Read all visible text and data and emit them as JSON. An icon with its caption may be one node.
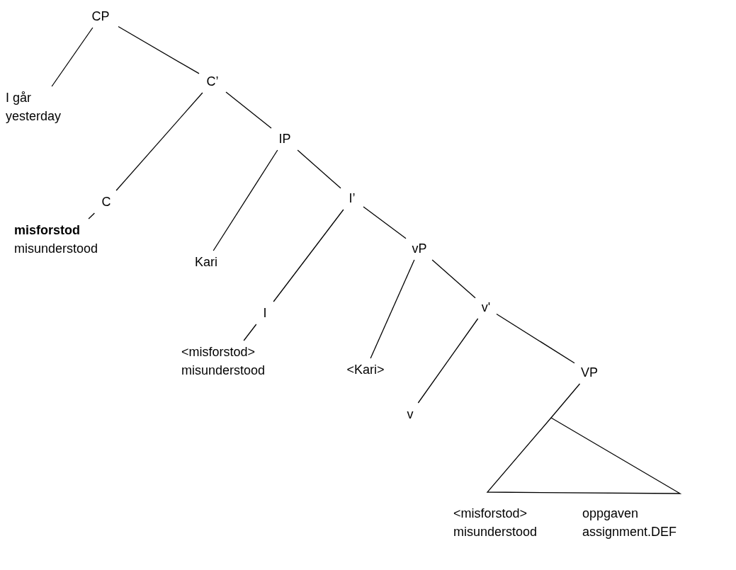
{
  "diagram": {
    "nodes": [
      {
        "text": [
          "CP"
        ]
      },
      {
        "text": [
          "I går",
          "yesterday"
        ]
      },
      {
        "text": [
          "C’"
        ]
      },
      {
        "text": [
          "C"
        ]
      },
      {
        "text": [
          "misforstod",
          "misunderstood"
        ]
      },
      {
        "text": [
          "IP"
        ]
      },
      {
        "text": [
          "Kari"
        ]
      },
      {
        "text": [
          "I’"
        ]
      },
      {
        "text": [
          "I"
        ]
      },
      {
        "text": [
          "<misforstod>",
          "misunderstood"
        ]
      },
      {
        "text": [
          "vP"
        ]
      },
      {
        "text": [
          "<Kari>"
        ]
      },
      {
        "text": [
          "v'"
        ]
      },
      {
        "text": [
          "v"
        ]
      },
      {
        "text": [
          "VP"
        ]
      },
      {
        "text": [
          "<misforstod> misunderstood",
          "oppgaven assignment.DEF"
        ]
      }
    ],
    "edges": [
      {
        "from": 0,
        "to": 1,
        "arrow": "none"
      },
      {
        "from": 0,
        "to": 2,
        "arrow": "none"
      },
      {
        "from": 2,
        "to": 3,
        "arrow": "none"
      },
      {
        "from": 2,
        "to": 5,
        "arrow": "none"
      },
      {
        "from": 3,
        "to": 4,
        "arrow": "none"
      },
      {
        "from": 5,
        "to": 6,
        "arrow": "none"
      },
      {
        "from": 5,
        "to": 7,
        "arrow": "none"
      },
      {
        "from": 7,
        "to": 8,
        "arrow": "none"
      },
      {
        "from": 7,
        "to": 10,
        "arrow": "none"
      },
      {
        "from": 8,
        "to": 9,
        "arrow": "none"
      },
      {
        "from": 10,
        "to": 11,
        "arrow": "none"
      },
      {
        "from": 10,
        "to": 12,
        "arrow": "none"
      },
      {
        "from": 12,
        "to": 13,
        "arrow": "none"
      },
      {
        "from": 12,
        "to": 14,
        "arrow": "none"
      },
      {
        "from": 14,
        "to": 15,
        "arrow": "none"
      }
    ]
  }
}
